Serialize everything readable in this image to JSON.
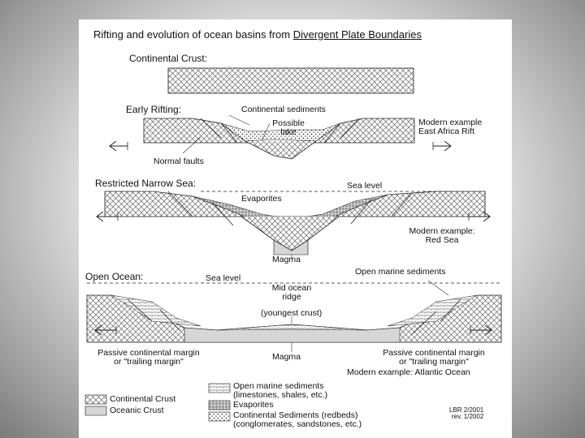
{
  "title": {
    "prefix": "Rifting and evolution of ocean basins from ",
    "emphasis": "Divergent Plate Boundaries"
  },
  "stage1": {
    "heading": "Continental Crust:"
  },
  "stage2": {
    "heading": "Early Rifting:",
    "continental_sediments": "Continental sediments",
    "possible_lake_1": "Possible",
    "possible_lake_2": "lake",
    "normal_faults": "Normal faults",
    "example_1": "Modern example",
    "example_2": "East Africa Rift"
  },
  "stage3": {
    "heading": "Restricted Narrow Sea:",
    "sea_level": "Sea level",
    "evaporites": "Evaporites",
    "example_1": "Modern example:",
    "example_2": "Red Sea",
    "magma": "Magma"
  },
  "stage4": {
    "heading": "Open Ocean:",
    "sea_level": "Sea level",
    "open_marine_sediments": "Open marine sediments",
    "ridge_1": "Mid ocean",
    "ridge_2": "ridge",
    "youngest_crust": "(youngest crust)",
    "left_margin_1": "Passive continental margin",
    "left_margin_2": "or \"trailing margin\"",
    "magma": "Magma",
    "right_margin_1": "Passive continental margin",
    "right_margin_2": "or \"trailing margin\"",
    "example": "Modern example: Atlantic Ocean"
  },
  "legend": {
    "continental_crust": "Continental Crust",
    "oceanic_crust": "Oceanic Crust",
    "open_marine_1": "Open marine sediments",
    "open_marine_2": "(limestones, shales, etc.)",
    "evaporites": "Evaporites",
    "continental_sed_1": "Continental Sediments (redbeds)",
    "continental_sed_2": "(conglomerates, sandstones, etc.)"
  },
  "credit": {
    "line1": "LBR 2/2001",
    "line2": "rev. 1/2002"
  }
}
